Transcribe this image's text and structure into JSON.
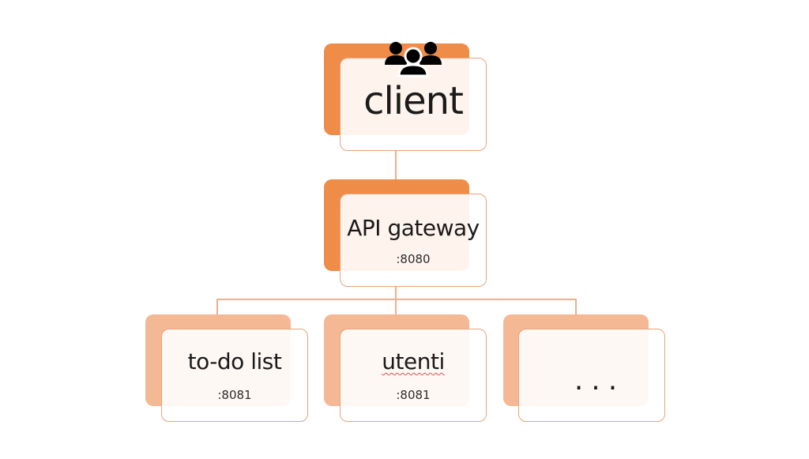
{
  "nodes": {
    "client": {
      "title": "client"
    },
    "gateway": {
      "title": "API gateway",
      "port": ":8080"
    },
    "todo": {
      "title": "to-do list",
      "port": ":8081"
    },
    "utenti": {
      "title": "utenti",
      "port": ":8081"
    },
    "more": {
      "title": "..."
    }
  },
  "icons": {
    "client": "users-group-icon"
  },
  "colors": {
    "accent_dark": "#ef8c48",
    "accent_light": "#f5b894",
    "border": "#e7a37c",
    "connector": "#ebb08e"
  }
}
